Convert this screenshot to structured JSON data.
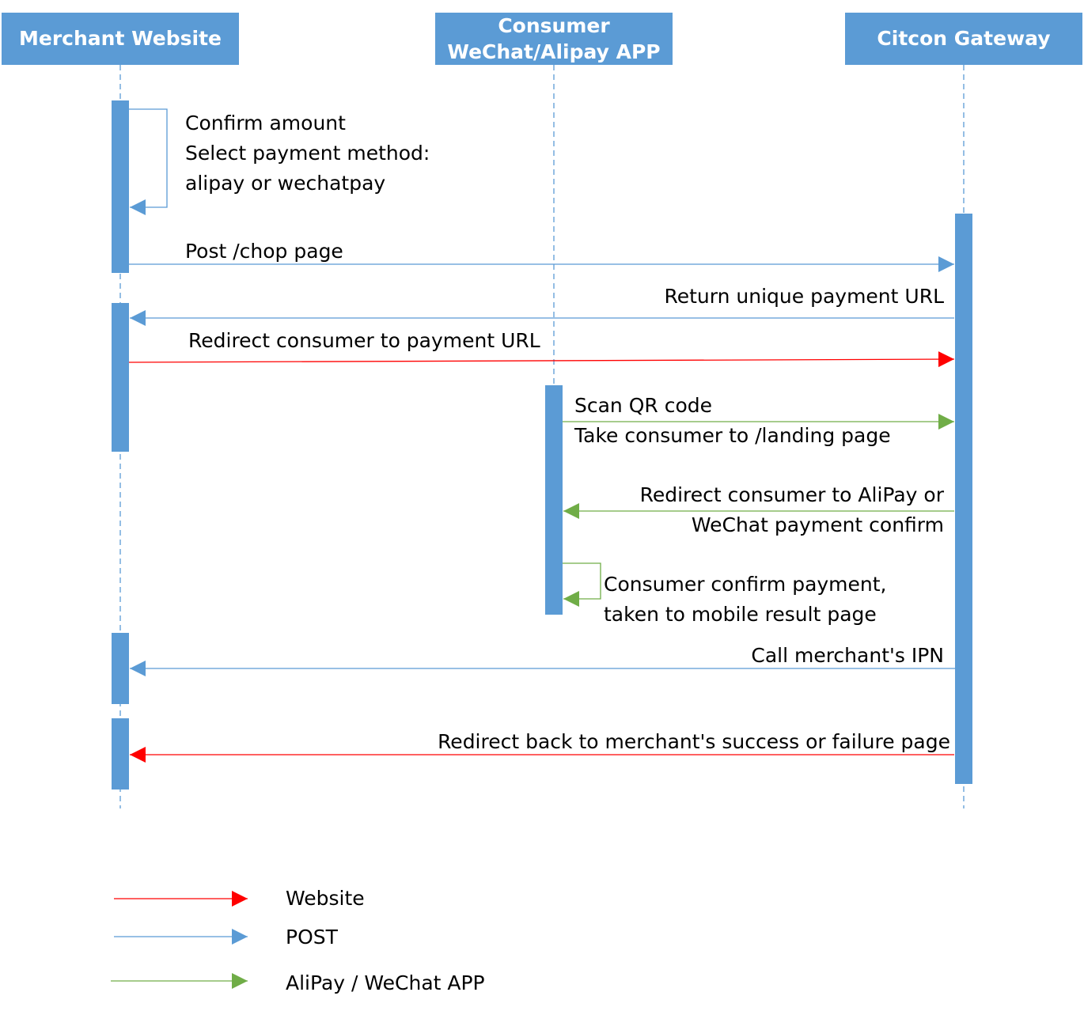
{
  "colors": {
    "post": "#5B9BD5",
    "website": "#FF0000",
    "app": "#70AD47",
    "activation": "#5B9BD5",
    "header_bg": "#5B9BD5"
  },
  "participants": [
    {
      "id": "merchant",
      "lines": [
        "Merchant Website"
      ]
    },
    {
      "id": "consumer",
      "lines": [
        "Consumer",
        "WeChat/Alipay APP"
      ]
    },
    {
      "id": "citcon",
      "lines": [
        "Citcon Gateway"
      ]
    }
  ],
  "messages": [
    {
      "id": "confirm-amount",
      "kind": "self",
      "from": "merchant",
      "to": "merchant",
      "type": "post",
      "lines": [
        "Confirm amount",
        "Select payment method:",
        "alipay or wechatpay"
      ]
    },
    {
      "id": "post-chop-page",
      "kind": "call",
      "from": "merchant",
      "to": "citcon",
      "type": "post",
      "lines": [
        "Post /chop page"
      ]
    },
    {
      "id": "return-payment-url",
      "kind": "call",
      "from": "citcon",
      "to": "merchant",
      "type": "post",
      "lines": [
        "Return unique payment URL"
      ]
    },
    {
      "id": "redirect-to-payment-url",
      "kind": "call",
      "from": "merchant",
      "to": "citcon",
      "type": "website",
      "lines": [
        "Redirect consumer to payment URL"
      ]
    },
    {
      "id": "scan-qr-code",
      "kind": "call",
      "from": "consumer",
      "to": "citcon",
      "type": "app",
      "lines": [
        "Scan QR code",
        "Take consumer to /landing page"
      ]
    },
    {
      "id": "redirect-to-wallet",
      "kind": "call",
      "from": "citcon",
      "to": "consumer",
      "type": "app",
      "lines": [
        "Redirect consumer to AliPay or",
        "WeChat payment confirm"
      ]
    },
    {
      "id": "consumer-confirm",
      "kind": "self",
      "from": "consumer",
      "to": "consumer",
      "type": "app",
      "lines": [
        "Consumer confirm payment,",
        "taken to mobile result page"
      ]
    },
    {
      "id": "call-ipn",
      "kind": "call",
      "from": "citcon",
      "to": "merchant",
      "type": "post",
      "lines": [
        "Call merchant's IPN"
      ]
    },
    {
      "id": "redirect-back",
      "kind": "call",
      "from": "citcon",
      "to": "merchant",
      "type": "website",
      "lines": [
        "Redirect back to merchant's success or failure page"
      ]
    }
  ],
  "legend": [
    {
      "type": "website",
      "label": "Website"
    },
    {
      "type": "post",
      "label": "POST"
    },
    {
      "type": "app",
      "label": "AliPay / WeChat APP"
    }
  ]
}
